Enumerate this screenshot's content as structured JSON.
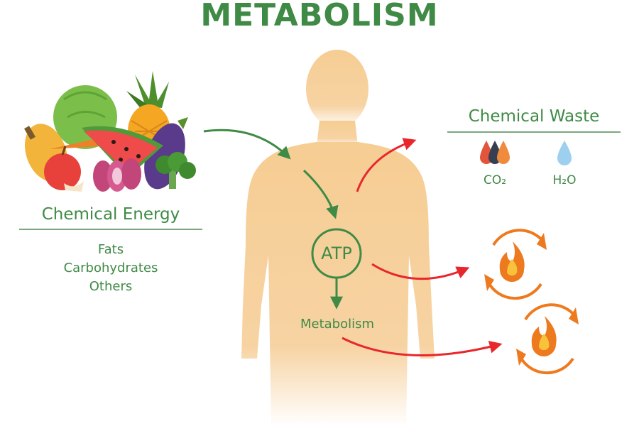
{
  "title": "METABOLISM",
  "energy": {
    "heading": "Chemical Energy",
    "items": [
      "Fats",
      "Carbohydrates",
      "Others"
    ]
  },
  "waste": {
    "heading": "Chemical Waste",
    "items": [
      {
        "label": "CO₂",
        "icon": "flame-drops-icon"
      },
      {
        "label": "H₂O",
        "icon": "water-drop-icon"
      }
    ]
  },
  "atp_label": "ATP",
  "metabolism_label": "Metabolism",
  "colors": {
    "green": "#3f8a45",
    "green_line": "#7aa87c",
    "body": "#f6cd93",
    "red_arrow": "#e8262b",
    "fire_orange": "#ee7a1f",
    "fire_yellow": "#f8c33a",
    "co2_dark": "#343f52",
    "co2_red": "#e2553a",
    "co2_orange": "#f08a3c",
    "water": "#9dd0ef"
  }
}
